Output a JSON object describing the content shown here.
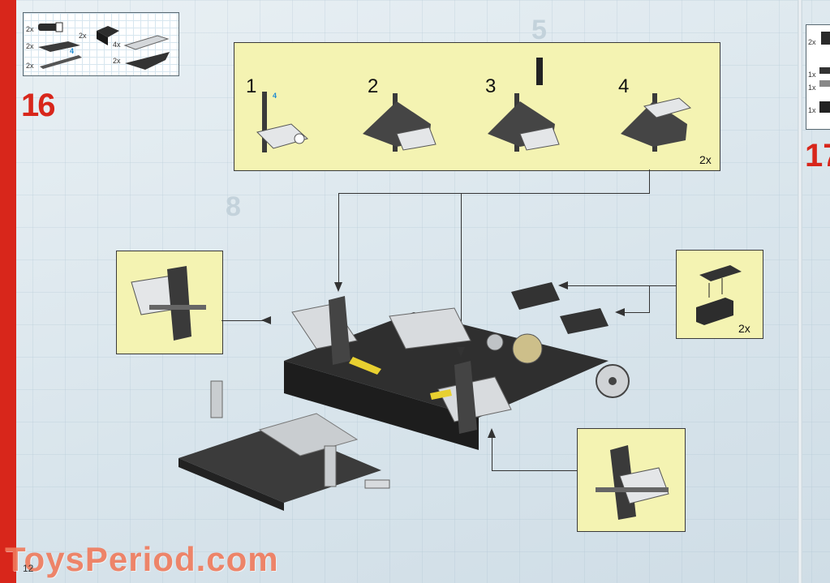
{
  "parts_box": {
    "quantities": [
      "2x",
      "2x",
      "2x",
      "2x",
      "4x",
      "2x"
    ],
    "length_label": "4"
  },
  "step": {
    "number": "16",
    "next_number": "17"
  },
  "sub_steps": {
    "labels": [
      "1",
      "2",
      "3",
      "4"
    ],
    "axle_length": "4",
    "multiplier": "2x"
  },
  "inset_plates": {
    "multiplier": "2x"
  },
  "right_box": {
    "quantities": [
      "2x",
      "1x",
      "1x",
      "1x"
    ]
  },
  "ghost_numbers": [
    "5",
    "8"
  ],
  "footer": {
    "watermark": "ToysPeriod.com",
    "page_number": "12"
  },
  "colors": {
    "red": "#d8261b",
    "yellow_panel": "#f4f3b2",
    "dark_grey": "#3b3b3b",
    "light_grey": "#c9cdd0"
  }
}
